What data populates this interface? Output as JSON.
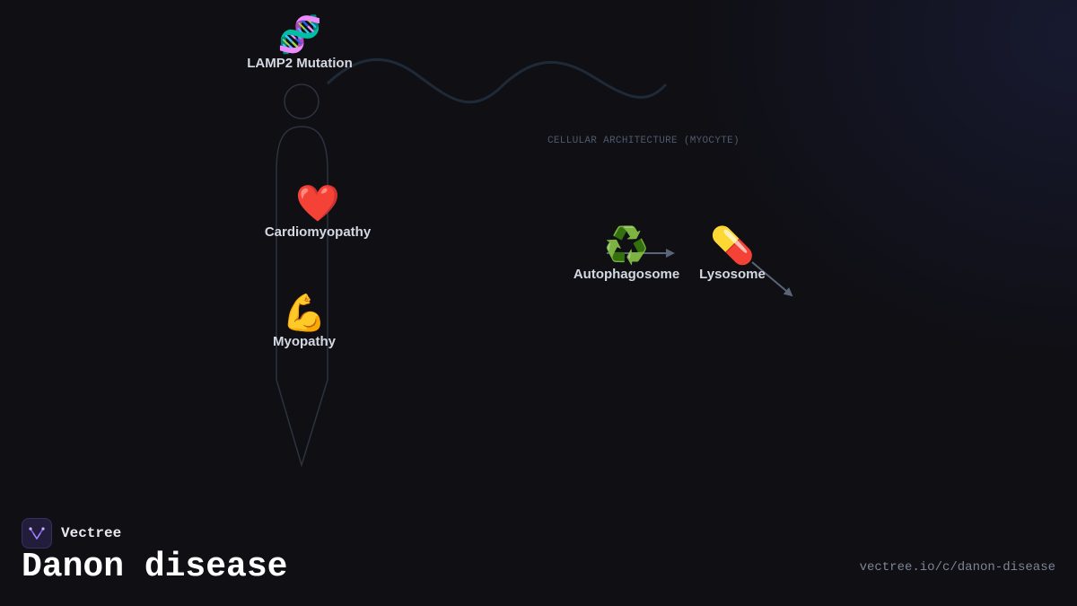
{
  "diagram": {
    "section_label": "CELLULAR ARCHITECTURE (MYOCYTE)",
    "nodes": {
      "mutation": {
        "icon": "dna-icon",
        "glyph": "🧬",
        "label": "LAMP2 Mutation"
      },
      "cardiomyopathy": {
        "icon": "heart-icon",
        "glyph": "❤️",
        "label": "Cardiomyopathy"
      },
      "myopathy": {
        "icon": "flexed-biceps-icon",
        "glyph": "💪",
        "label": "Myopathy"
      },
      "autophagosome": {
        "icon": "recycle-icon",
        "glyph": "♻️",
        "label": "Autophagosome"
      },
      "lysosome": {
        "icon": "pill-icon",
        "glyph": "💊",
        "label": "Lysosome"
      }
    },
    "edges": [
      {
        "from": "autophagosome",
        "to": "lysosome"
      },
      {
        "from": "lysosome",
        "to": "outside"
      }
    ]
  },
  "brand": {
    "name": "Vectree",
    "logo_icon": "vectree-logo-icon"
  },
  "title": "Danon disease",
  "url": "vectree.io/c/danon-disease",
  "colors": {
    "background": "#0f0f14",
    "label_text": "#d4d8e2",
    "outline": "#2c3340",
    "arrow": "#5a6578",
    "section_label": "#4e5a6e",
    "brand_accent": "#8b5cf6"
  }
}
